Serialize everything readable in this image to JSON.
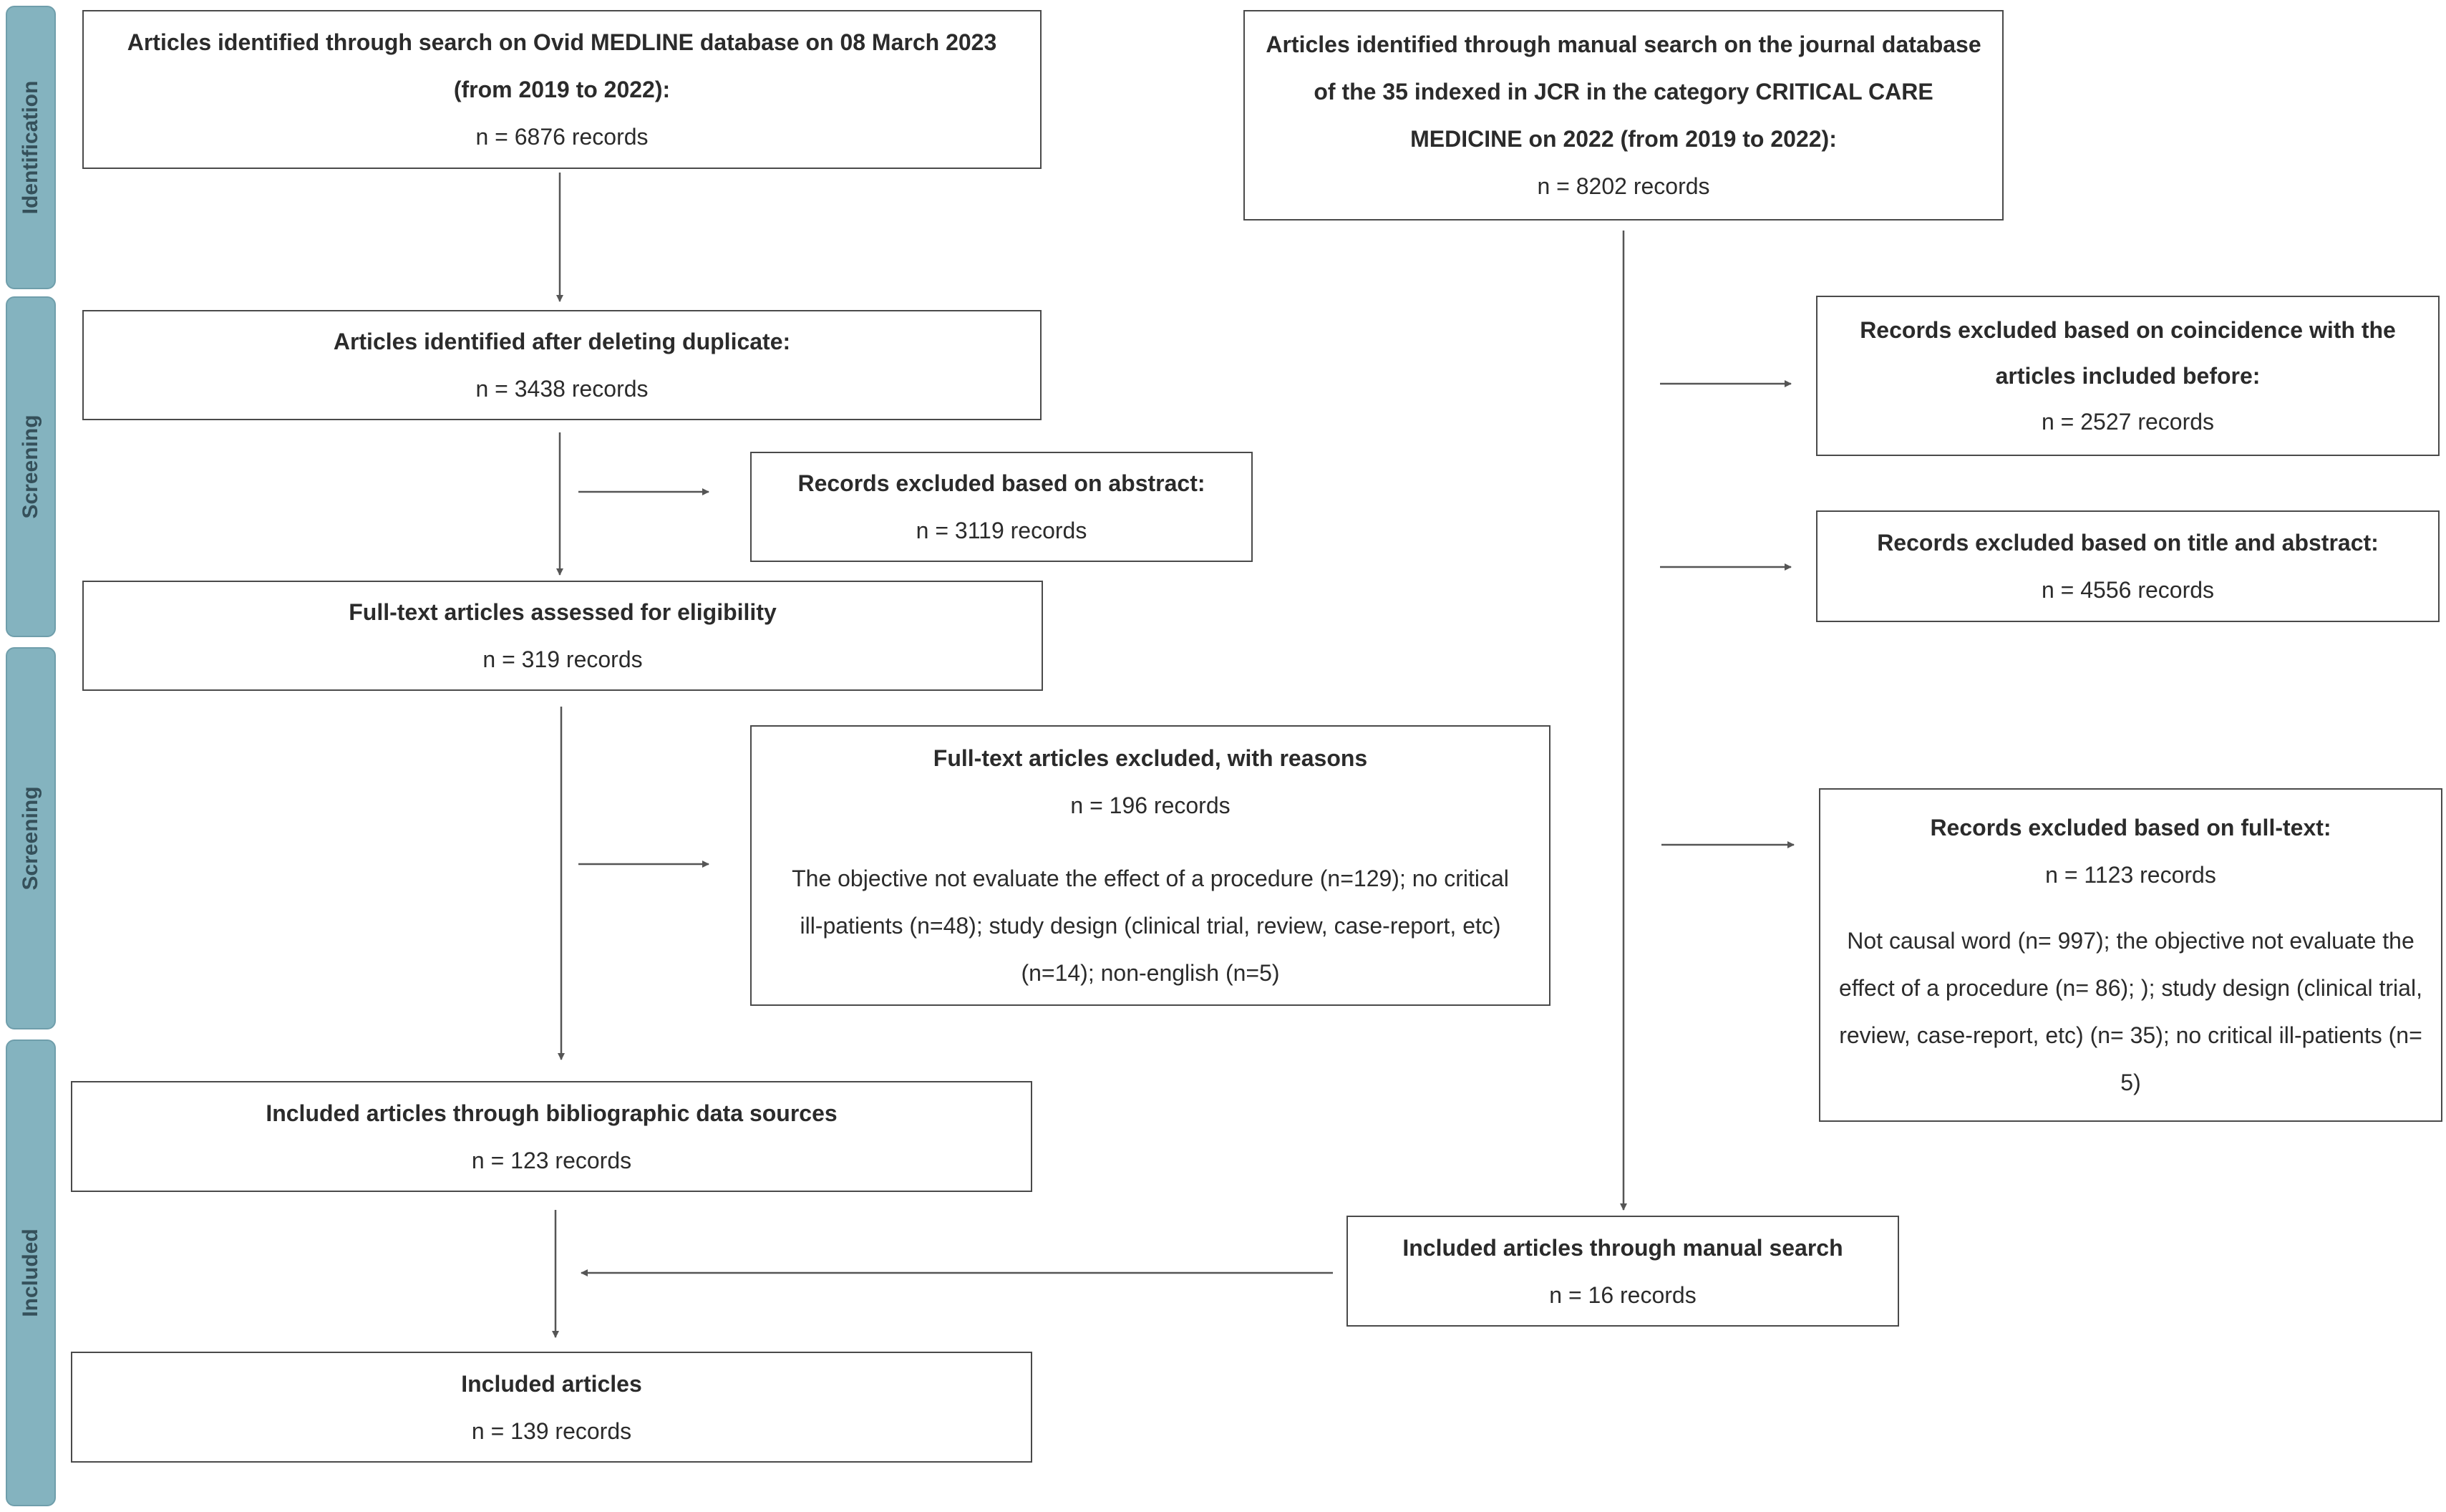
{
  "phases": {
    "identification": "Identification",
    "screening_1": "Screening",
    "screening_2": "Screening",
    "included": "Included"
  },
  "boxes": {
    "ovid": {
      "title": "Articles identified through search on Ovid MEDLINE database on 08 March 2023 (from 2019 to 2022):",
      "count": "n = 6876 records"
    },
    "manual_search": {
      "title": "Articles identified through manual search on the journal database of the 35 indexed in JCR in the category CRITICAL CARE MEDICINE on 2022 (from 2019 to 2022):",
      "count": "n = 8202 records"
    },
    "deduplicated": {
      "title": "Articles identified after deleting duplicate:",
      "count": "n = 3438 records"
    },
    "excluded_abstract": {
      "title": "Records excluded based on abstract:",
      "count": "n = 3119 records"
    },
    "full_text_assessed": {
      "title": "Full-text articles assessed for eligibility",
      "count": "n =  319 records"
    },
    "full_text_excluded": {
      "title": "Full-text articles excluded, with reasons",
      "count": "n = 196 records",
      "detail": "The objective not evaluate the effect of a procedure  (n=129); no critical ill-patients (n=48); study design (clinical trial, review, case-report,  etc) (n=14); non-english (n=5)"
    },
    "excluded_coincidence": {
      "title": "Records excluded based on coincidence with the articles included before:",
      "count": "n = 2527 records"
    },
    "excluded_title_abstract": {
      "title": "Records excluded based on title and abstract:",
      "count": "n = 4556 records"
    },
    "excluded_full_text": {
      "title": "Records excluded based on full-text:",
      "count": "n = 1123 records",
      "detail": "Not causal word (n= 997); the objective not evaluate the effect of a procedure  (n= 86); ); study design (clinical trial, review, case-report, etc) (n= 35); no critical ill-patients (n= 5)"
    },
    "included_bibliographic": {
      "title": "Included articles through bibliographic data sources",
      "count": "n = 123 records"
    },
    "included_manual": {
      "title": "Included articles through manual search",
      "count": "n = 16 records"
    },
    "included_total": {
      "title": "Included articles",
      "count": "n = 139 records"
    }
  }
}
